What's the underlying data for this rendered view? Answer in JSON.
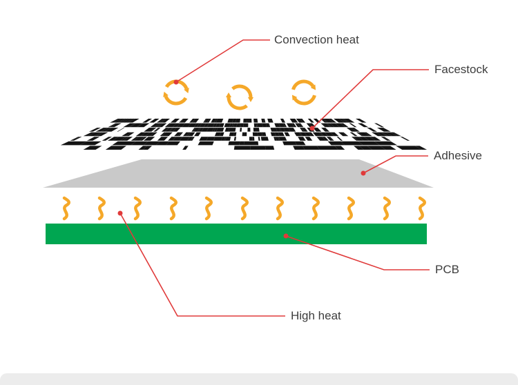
{
  "diagram": {
    "labels": {
      "convection_heat": "Convection heat",
      "facestock": "Facestock",
      "adhesive": "Adhesive",
      "pcb": "PCB",
      "high_heat": "High heat"
    },
    "colors": {
      "callout_red": "#e03a3a",
      "heat_orange": "#f5a829",
      "pcb_green": "#00a651",
      "adhesive_gray": "#c9c9c9",
      "text": "#3d3d3d"
    }
  }
}
